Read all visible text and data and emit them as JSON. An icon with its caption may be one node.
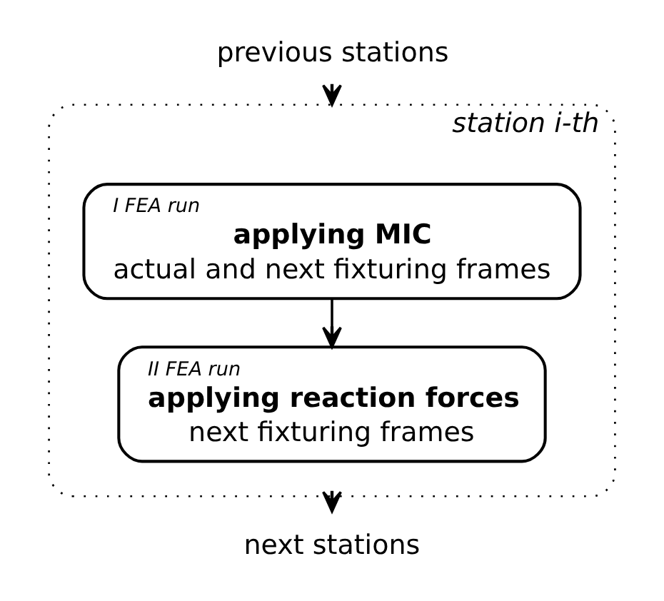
{
  "diagram": {
    "nodes": [
      {
        "text": [
          "previous stations"
        ]
      },
      {
        "text": [
          "station i-th"
        ]
      },
      {
        "text": [
          "I FEA run",
          "applying MIC",
          "actual and next fixturing frames"
        ],
        "in": 1
      },
      {
        "text": [
          "II FEA run",
          "applying reaction forces",
          "next fixturing frames"
        ],
        "in": 1
      },
      {
        "text": [
          "next stations"
        ]
      }
    ],
    "edges": [
      {
        "from": 0,
        "to": 1,
        "arrow": "to"
      },
      {
        "from": 2,
        "to": 3,
        "arrow": "to"
      },
      {
        "from": 1,
        "to": 4,
        "arrow": "to"
      }
    ]
  }
}
